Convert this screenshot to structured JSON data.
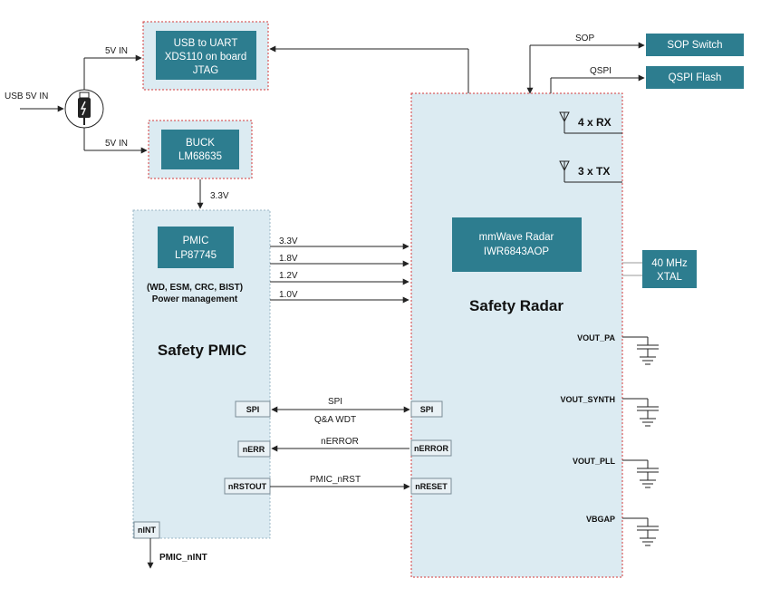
{
  "usb_input": {
    "label": "USB 5V IN",
    "icon": "usb-plug-icon"
  },
  "wire_labels": {
    "in_uart": "5V IN",
    "in_buck": "5V IN",
    "buck_out": "3.3V",
    "sop": "SOP",
    "qspi": "QSPI"
  },
  "uart_block": {
    "line1": "USB to UART",
    "line2": "XDS110 on board",
    "line3": "JTAG"
  },
  "buck_block": {
    "line1": "BUCK",
    "line2": "LM68635"
  },
  "sop_switch": {
    "label": "SOP Switch"
  },
  "qspi_flash": {
    "label": "QSPI Flash"
  },
  "pmic": {
    "chip_line1": "PMIC",
    "chip_line2": "LP87745",
    "features": "(WD, ESM, CRC, BIST)",
    "features2": "Power management",
    "title": "Safety PMIC",
    "pins": {
      "spi": "SPI",
      "nerr": "nERR",
      "nrstout": "nRSTOUT",
      "nint": "nINT"
    }
  },
  "rails": [
    "3.3V",
    "1.8V",
    "1.2V",
    "1.0V"
  ],
  "signals": {
    "spi_top": "SPI",
    "spi_bottom": "Q&A WDT",
    "nerror": "nERROR",
    "pmic_nrst": "PMIC_nRST",
    "pmic_nint": "PMIC_nINT"
  },
  "radar": {
    "chip_line1": "mmWave Radar",
    "chip_line2": "IWR6843AOP",
    "title": "Safety Radar",
    "rx": "4 x RX",
    "tx": "3 x TX",
    "pins": {
      "spi": "SPI",
      "nerror": "nERROR",
      "nreset": "nRESET"
    },
    "vouts": [
      "VOUT_PA",
      "VOUT_SYNTH",
      "VOUT_PLL",
      "VBGAP"
    ]
  },
  "xtal": {
    "line1": "40 MHz",
    "line2": "XTAL"
  },
  "colors": {
    "teal": "#2d7d8f",
    "panel": "#dcebf2",
    "dashed_red": "#d33a3a",
    "pin_fill": "#e9f1f5"
  }
}
